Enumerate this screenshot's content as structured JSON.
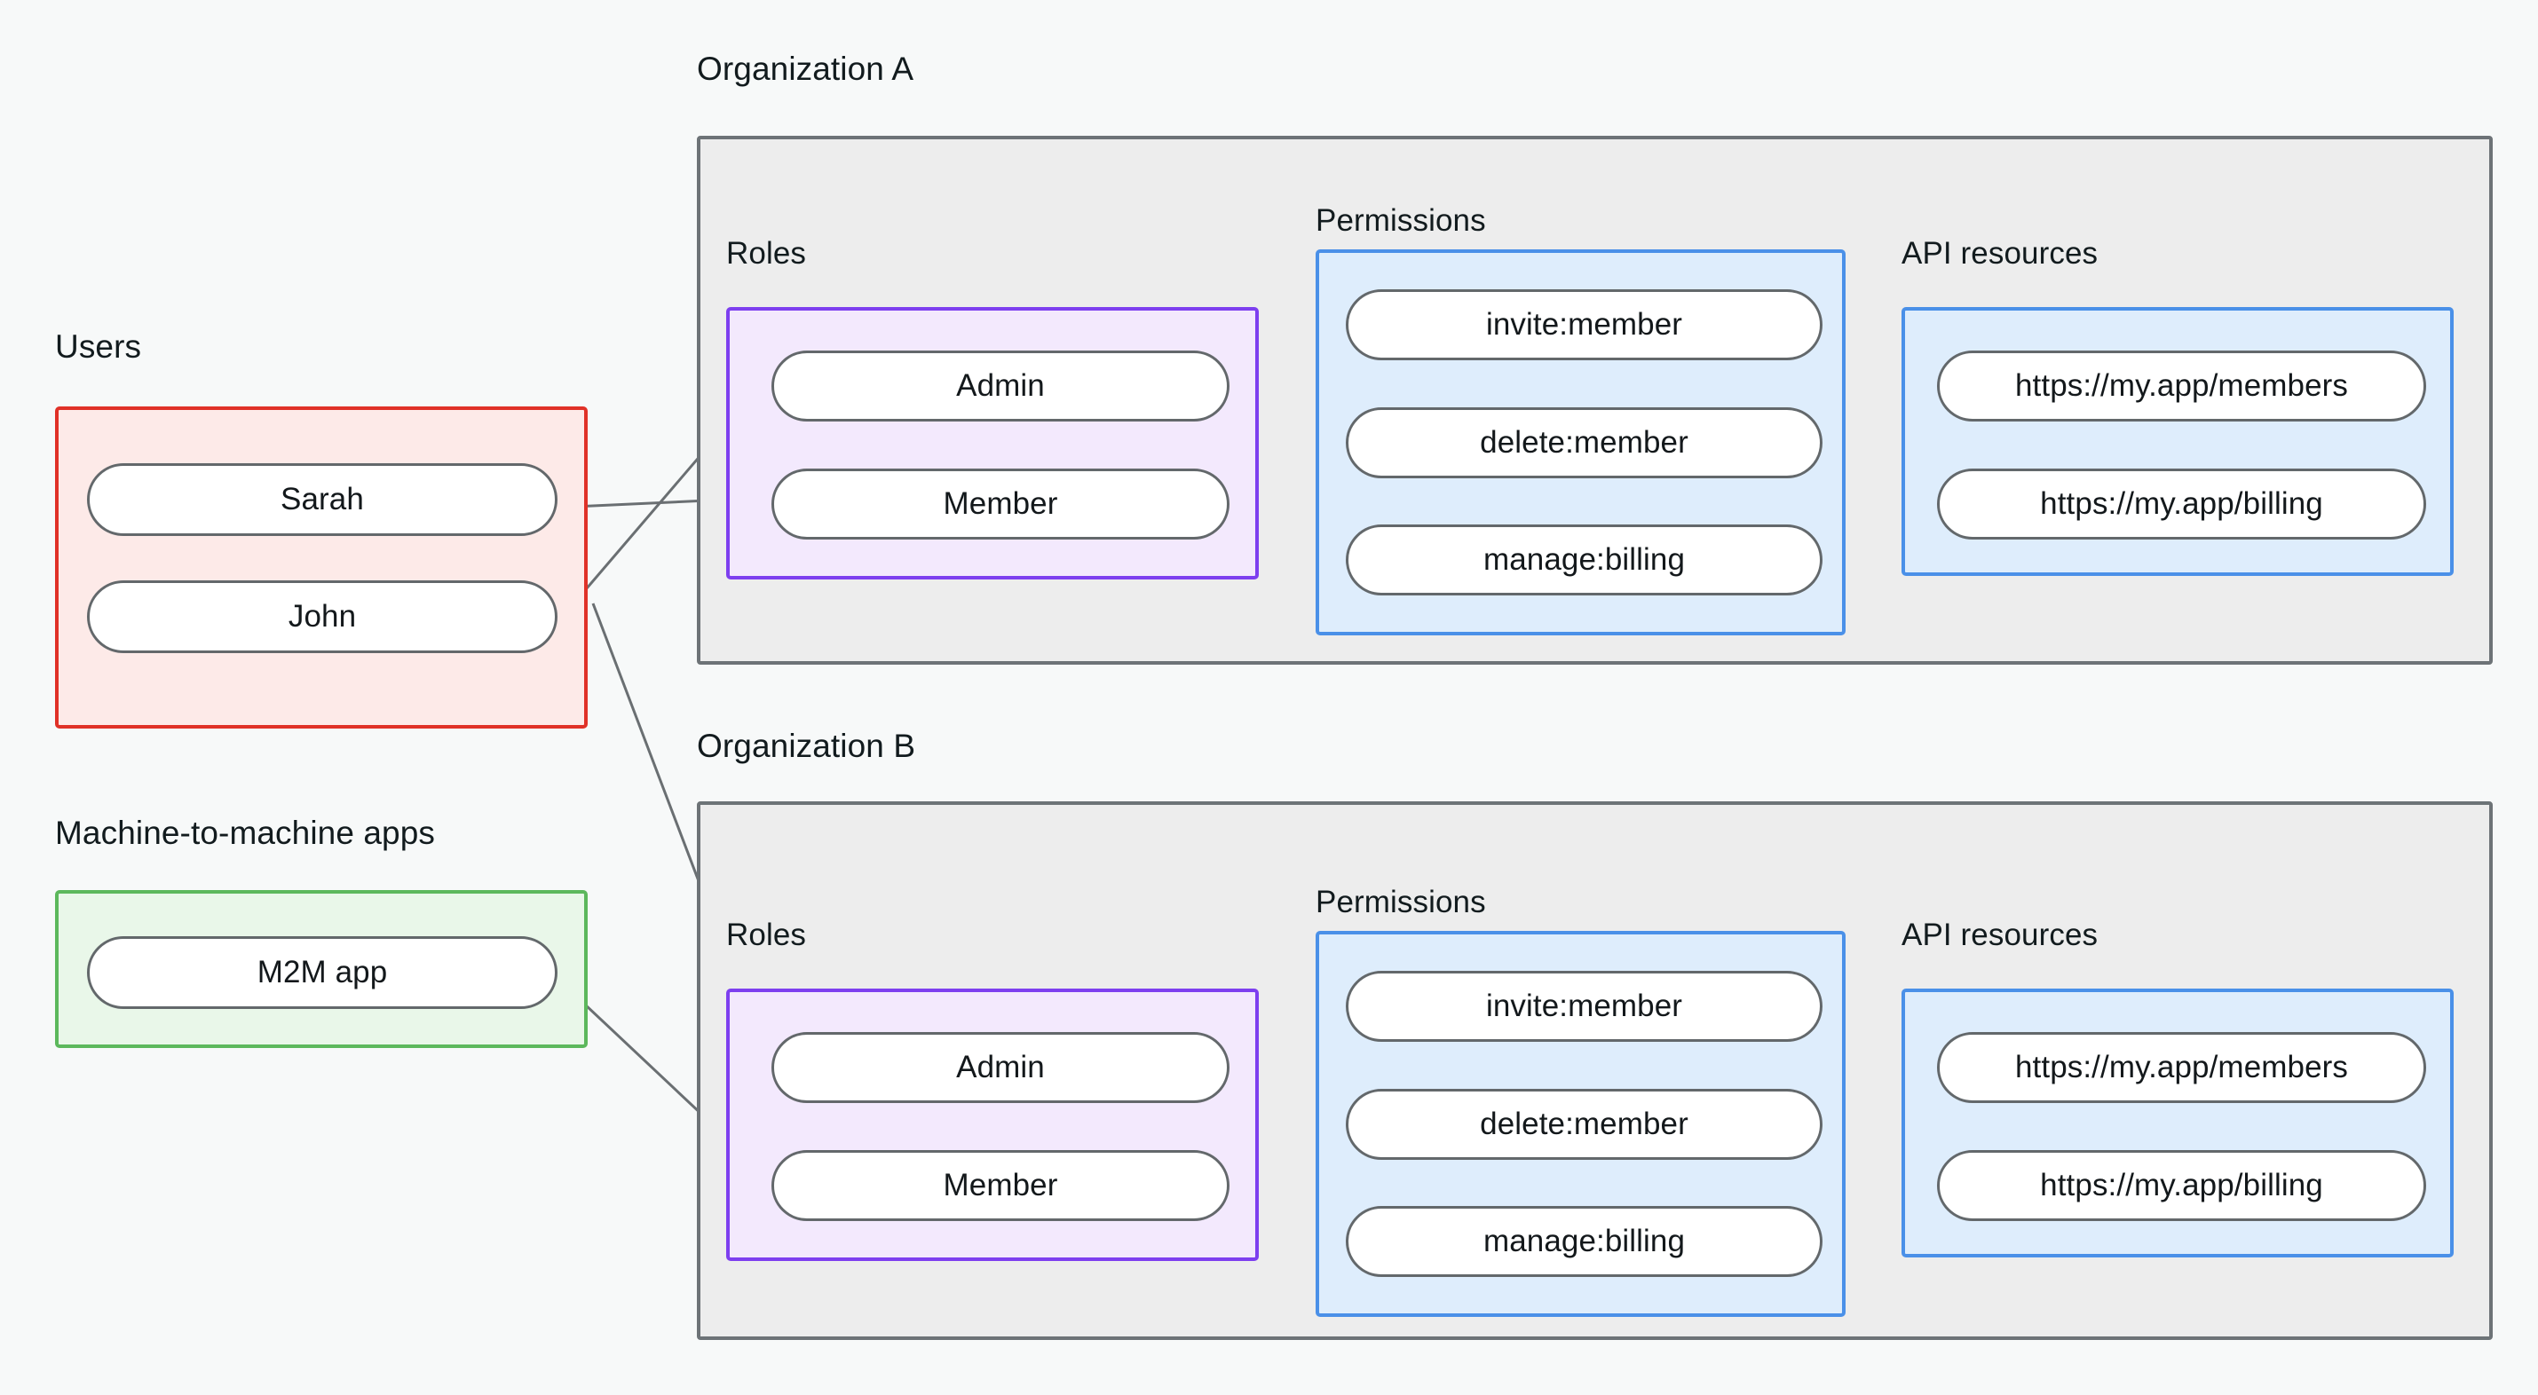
{
  "diagram": {
    "title_users": "Users",
    "title_m2m": "Machine-to-machine apps",
    "background_color": "#f7f9f9"
  },
  "users_group": {
    "label": "Users",
    "border_color": "#e03127",
    "fill_color": "#fdeae8",
    "items": [
      {
        "label": "Sarah"
      },
      {
        "label": "John"
      }
    ]
  },
  "m2m_group": {
    "label": "Machine-to-machine apps",
    "border_color": "#5cb85c",
    "fill_color": "#e9f7e9",
    "items": [
      {
        "label": "M2M app"
      }
    ]
  },
  "organizations": [
    {
      "label": "Organization A",
      "roles": {
        "label": "Roles",
        "border_color": "#7d3fef",
        "fill_color": "#f3e9fd",
        "items": [
          {
            "label": "Admin"
          },
          {
            "label": "Member"
          }
        ]
      },
      "permissions": {
        "label": "Permissions",
        "border_color": "#4a90e8",
        "fill_color": "#deedfc",
        "items": [
          {
            "label": "invite:member"
          },
          {
            "label": "delete:member"
          },
          {
            "label": "manage:billing"
          }
        ]
      },
      "api_resources": {
        "label": "API resources",
        "border_color": "#4a90e8",
        "fill_color": "#deedfc",
        "items": [
          {
            "label": "https://my.app/members"
          },
          {
            "label": "https://my.app/billing"
          }
        ]
      }
    },
    {
      "label": "Organization B",
      "roles": {
        "label": "Roles",
        "border_color": "#7d3fef",
        "fill_color": "#f3e9fd",
        "items": [
          {
            "label": "Admin"
          },
          {
            "label": "Member"
          }
        ]
      },
      "permissions": {
        "label": "Permissions",
        "border_color": "#4a90e8",
        "fill_color": "#deedfc",
        "items": [
          {
            "label": "invite:member"
          },
          {
            "label": "delete:member"
          },
          {
            "label": "manage:billing"
          }
        ]
      },
      "api_resources": {
        "label": "API resources",
        "border_color": "#4a90e8",
        "fill_color": "#deedfc",
        "items": [
          {
            "label": "https://my.app/members"
          },
          {
            "label": "https://my.app/billing"
          }
        ]
      }
    }
  ],
  "connections": {
    "stroke_color": "#6a6f72",
    "edges": [
      {
        "from": "Sarah",
        "to": "Organization A / Member"
      },
      {
        "from": "John",
        "to": "Organization A / Admin"
      },
      {
        "from": "John",
        "to": "Organization B / Admin"
      },
      {
        "from": "M2M app",
        "to": "Organization B / Member"
      },
      {
        "from": "A / Admin",
        "to": "A / invite:member"
      },
      {
        "from": "A / Admin",
        "to": "A / delete:member"
      },
      {
        "from": "A / Member",
        "to": "A / manage:billing"
      },
      {
        "from": "A / invite:member",
        "to": "A / https://my.app/members"
      },
      {
        "from": "A / delete:member",
        "to": "A / https://my.app/members"
      },
      {
        "from": "A / manage:billing",
        "to": "A / https://my.app/billing"
      },
      {
        "from": "B / Admin",
        "to": "B / invite:member"
      },
      {
        "from": "B / Admin",
        "to": "B / delete:member"
      },
      {
        "from": "B / Member",
        "to": "B / manage:billing"
      },
      {
        "from": "B / invite:member",
        "to": "B / https://my.app/members"
      },
      {
        "from": "B / delete:member",
        "to": "B / https://my.app/members"
      },
      {
        "from": "B / manage:billing",
        "to": "B / https://my.app/billing"
      }
    ]
  }
}
